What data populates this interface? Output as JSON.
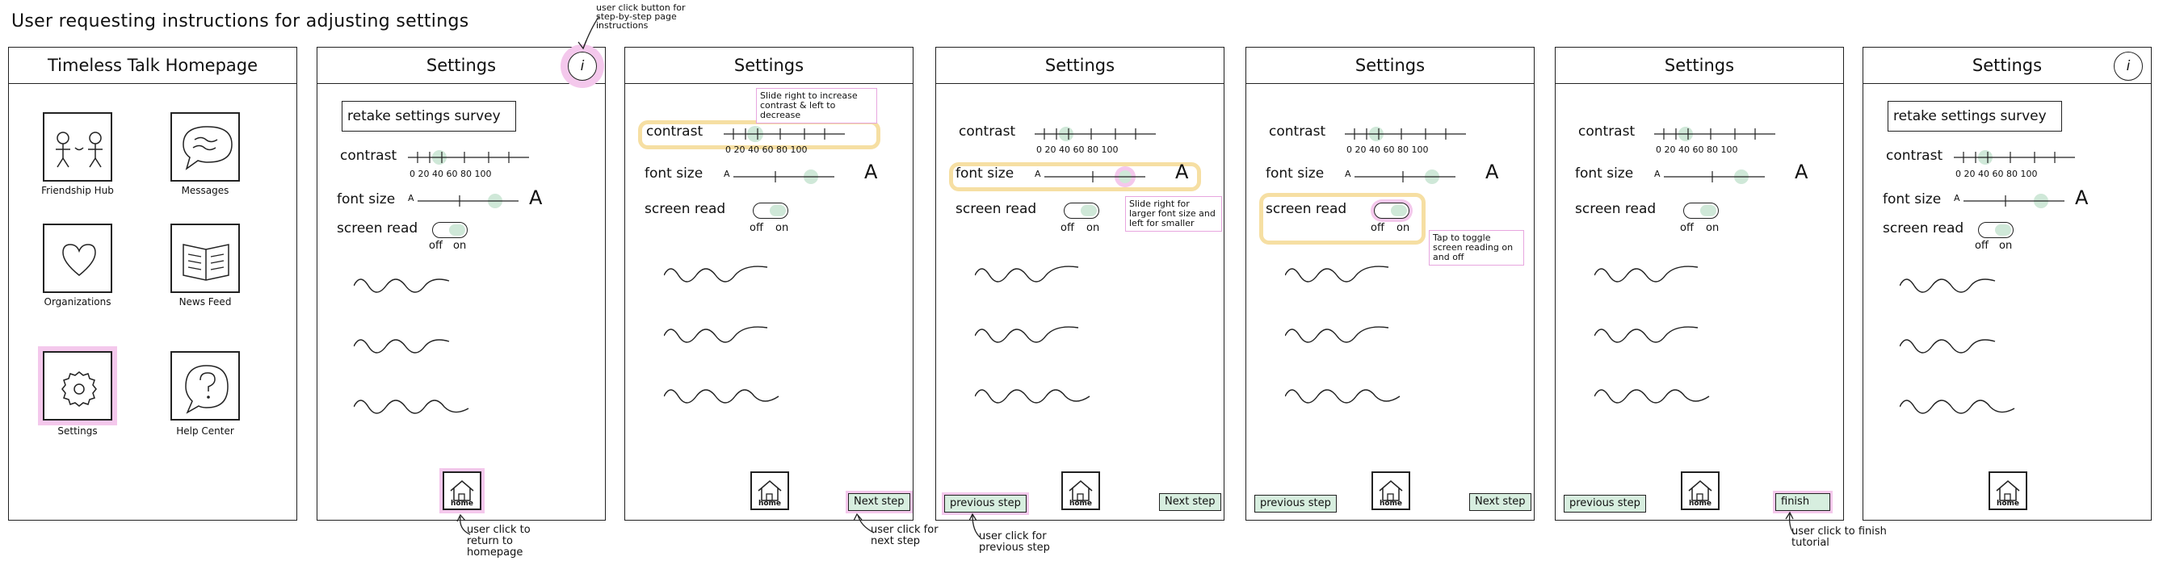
{
  "page_title": "User requesting instructions for adjusting settings",
  "home": {
    "title": "Timeless Talk Homepage",
    "tiles": [
      {
        "label": "Friendship Hub",
        "icon": "friends-icon"
      },
      {
        "label": "Messages",
        "icon": "chat-icon"
      },
      {
        "label": "Organizations",
        "icon": "heart-icon"
      },
      {
        "label": "News Feed",
        "icon": "newspaper-icon"
      },
      {
        "label": "Settings",
        "icon": "gear-icon"
      },
      {
        "label": "Help Center",
        "icon": "help-bubble-icon"
      }
    ]
  },
  "settings": {
    "title": "Settings",
    "info_icon": "i",
    "retake": "retake settings survey",
    "contrast": "contrast",
    "ticks": "0 20 40 60 80 100",
    "font_size": "font size",
    "font_small": "A",
    "font_large": "A",
    "screen_reader": "screen read",
    "off": "off",
    "on": "on",
    "home_label": "home",
    "next_step": "Next step",
    "previous_step": "previous step",
    "finish": "finish"
  },
  "annotations": {
    "info_click": "user click button for step-by-step page instructions",
    "return_home": "user click to return to homepage",
    "next_step": "user click for next step",
    "previous_step": "user click for previous step",
    "finish": "user click to finish tutorial",
    "contrast_tip": "Slide right to increase contrast & left to decrease",
    "font_tip": "Slide right for larger font size and left for smaller",
    "reader_tip": "Tap to toggle screen reading on and off"
  },
  "colors": {
    "highlight_pink": "#f4c8ec",
    "focus_yellow": "#f6dfa3",
    "knob_green": "#cfe8d8",
    "button_green": "#d7eedf"
  }
}
